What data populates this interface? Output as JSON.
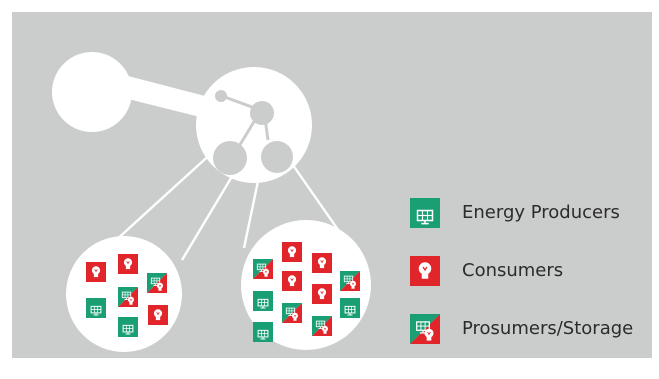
{
  "legend": {
    "items": [
      {
        "label": "Energy Producers",
        "type": "producer"
      },
      {
        "label": "Consumers",
        "type": "consumer"
      },
      {
        "label": "Prosumers/Storage",
        "type": "prosumer"
      }
    ]
  },
  "colors": {
    "background_panel": "#cbcccc",
    "node": "#ffffff",
    "producer": "#1a9e74",
    "consumer": "#e0262b",
    "icon_glyph": "#ffffff"
  },
  "icons": {
    "producer": "solar-panel-icon",
    "consumer": "lightbulb-icon",
    "prosumer": "solar-panel-lightbulb-icon"
  },
  "clusters": [
    {
      "name": "left-cluster",
      "nodes": [
        "consumer",
        "consumer",
        "prosumer",
        "producer",
        "prosumer",
        "consumer",
        "producer"
      ]
    },
    {
      "name": "right-cluster",
      "nodes": [
        "prosumer",
        "consumer",
        "consumer",
        "consumer",
        "prosumer",
        "producer",
        "consumer",
        "prosumer",
        "producer",
        "producer",
        "prosumer"
      ]
    }
  ]
}
